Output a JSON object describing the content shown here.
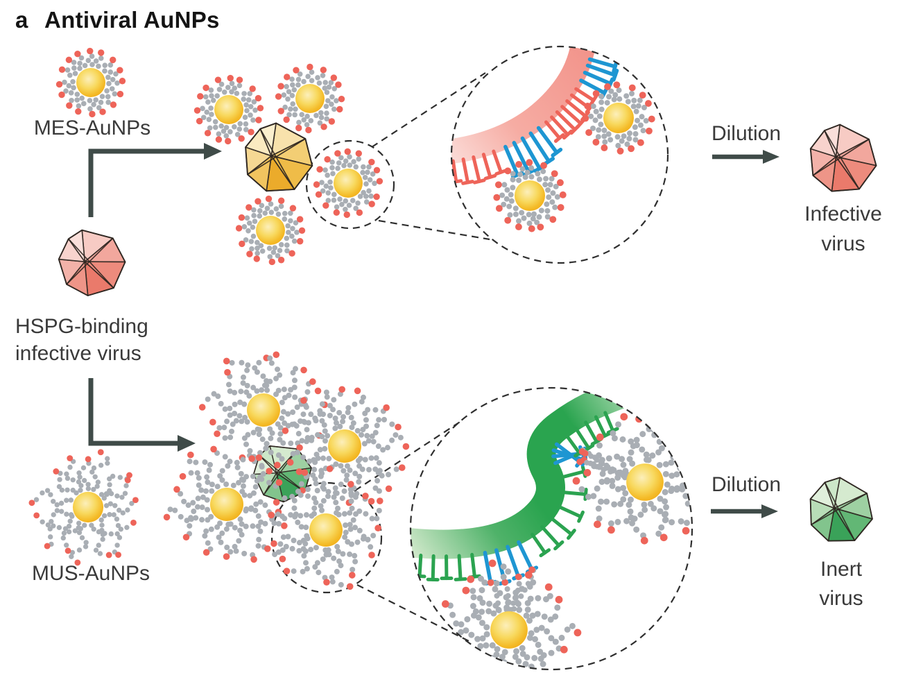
{
  "figure": {
    "panel_label": "a",
    "title": "Antiviral AuNPs"
  },
  "labels": {
    "mes_aunps": "MES-AuNPs",
    "hspg_virus_line1": "HSPG-binding",
    "hspg_virus_line2": "infective virus",
    "mus_aunps": "MUS-AuNPs",
    "dilution_top": "Dilution",
    "dilution_bottom": "Dilution",
    "infective_virus_line1": "Infective",
    "infective_virus_line2": "virus",
    "inert_virus_line1": "Inert",
    "inert_virus_line2": "virus"
  },
  "icons": {
    "mes_aunp_icon": "gold nanoparticle with short gray ligand shell and red sulfonate tips",
    "mus_aunp_icon": "gold nanoparticle with long wavy gray ligand chains and red sulfonate tips",
    "virus_capsid_icon": "icosahedral virus capsid",
    "membrane_spikes_icon": "curved virus-surface band with tee-shaped attachment spikes",
    "zoom_circle_icon": "dashed magnification circle",
    "arrow_icon": "solid dark right arrow"
  },
  "colors": {
    "background": "#FFFFFF",
    "gold_core": "#F3BC25",
    "gold_core_light": "#FBE9A5",
    "ligand_gray": "#A9AEB4",
    "ligand_tip_red": "#EE6459",
    "spike_red": "#EE6459",
    "spike_blue": "#1E96D2",
    "spike_green": "#2BA350",
    "membrane_pink": "#F39A91",
    "membrane_pink_light": "#FBDCD8",
    "membrane_green": "#2AA44F",
    "membrane_green_light": "#C4E3C0",
    "virus_red": "#EE8272",
    "virus_red_light": "#F8D2CB",
    "virus_yellow": "#EFBD4C",
    "virus_yellow_light": "#F8E7BD",
    "virus_green": "#4FAE66",
    "virus_green_light": "#DCEDD7",
    "arrow": "#3F4B48",
    "dashed_outline": "#2F2F2F",
    "text": "#3A3A3A",
    "title_text": "#141414"
  }
}
